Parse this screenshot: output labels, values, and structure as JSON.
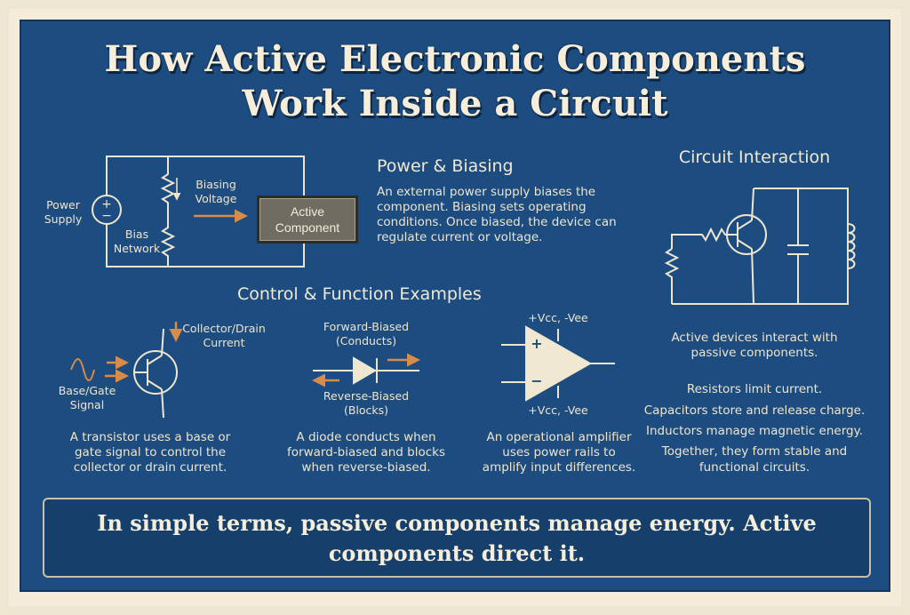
{
  "title": {
    "line1": "How Active Electronic Components",
    "line2": "Work Inside a Circuit"
  },
  "power_biasing": {
    "heading": "Power & Biasing",
    "text": [
      "An external power supply biases the",
      "component. Biasing sets operating",
      "conditions. Once biased, the device can",
      "regulate current or voltage."
    ],
    "diagram": {
      "power_supply_label": [
        "Power",
        "Supply"
      ],
      "bias_network_label": [
        "Bias",
        "Network"
      ],
      "biasing_voltage_label": [
        "Biasing",
        "Voltage"
      ],
      "active_component_label": [
        "Active",
        "Component"
      ],
      "plus": "+",
      "minus": "−"
    }
  },
  "circuit_interaction": {
    "heading": "Circuit Interaction",
    "text": [
      "Active devices interact with",
      "passive components.",
      "",
      "Resistors limit current.",
      "Capacitors store and release charge.",
      "Inductors manage magnetic energy.",
      "Together, they form stable and",
      "functional circuits."
    ]
  },
  "control_function": {
    "heading": "Control & Function Examples",
    "transistor": {
      "collector_label": [
        "Collector/Drain",
        "Current"
      ],
      "base_label": [
        "Base/Gate",
        "Signal"
      ],
      "caption": [
        "A transistor uses a base or",
        "gate signal to control the",
        "collector or drain current."
      ]
    },
    "diode": {
      "forward_label": [
        "Forward-Biased",
        "(Conducts)"
      ],
      "reverse_label": [
        "Reverse-Biased",
        "(Blocks)"
      ],
      "caption": [
        "A diode conducts when",
        "forward-biased and blocks",
        "when reverse-biased."
      ]
    },
    "opamp": {
      "top_rail": "+Vcc, -Vee",
      "bottom_rail": "+Vcc, -Vee",
      "plus": "+",
      "minus": "−",
      "caption": [
        "An operational amplifier",
        "uses power rails to",
        "amplify input differences."
      ]
    }
  },
  "banner": {
    "line1": "In simple terms, passive components manage energy. Active",
    "line2": "components direct it."
  },
  "colors": {
    "background": "#1d4d80",
    "text": "#f3ead4",
    "line": "#efe6cf",
    "arrow": "#d98b4a"
  }
}
